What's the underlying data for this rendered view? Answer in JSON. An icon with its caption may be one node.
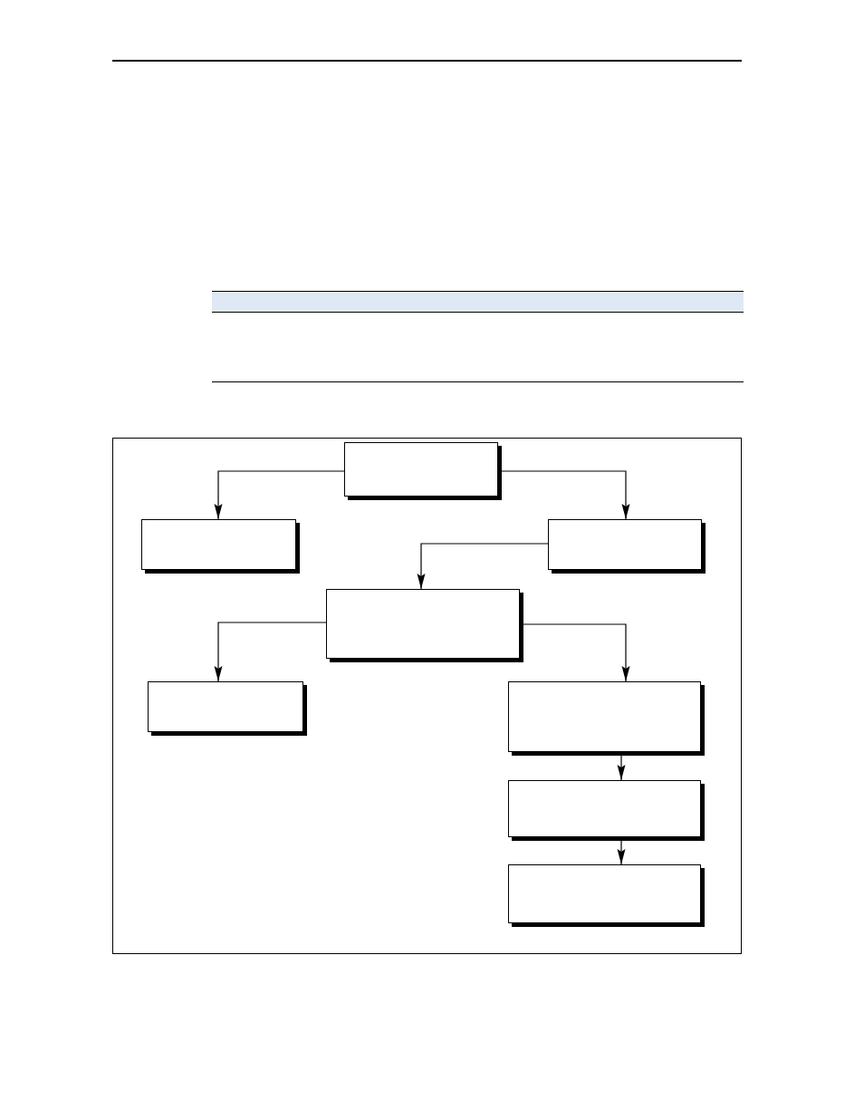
{
  "diagram": {
    "nodes": [
      {
        "text": [],
        "shape": "box"
      },
      {
        "text": [],
        "shape": "box"
      },
      {
        "text": [],
        "shape": "box"
      },
      {
        "text": [],
        "shape": "box"
      },
      {
        "text": [],
        "shape": "box"
      },
      {
        "text": [],
        "shape": "box"
      },
      {
        "text": [],
        "shape": "box"
      },
      {
        "text": [],
        "shape": "box"
      }
    ],
    "edges": [
      {
        "from": 0,
        "to": 1,
        "arrow": "to"
      },
      {
        "from": 0,
        "to": 2,
        "arrow": "to"
      },
      {
        "from": 2,
        "to": 3,
        "arrow": "to"
      },
      {
        "from": 3,
        "to": 4,
        "arrow": "to"
      },
      {
        "from": 3,
        "to": 5,
        "arrow": "to"
      },
      {
        "from": 5,
        "to": 6,
        "arrow": "to"
      },
      {
        "from": 6,
        "to": 7,
        "arrow": "to"
      }
    ]
  }
}
